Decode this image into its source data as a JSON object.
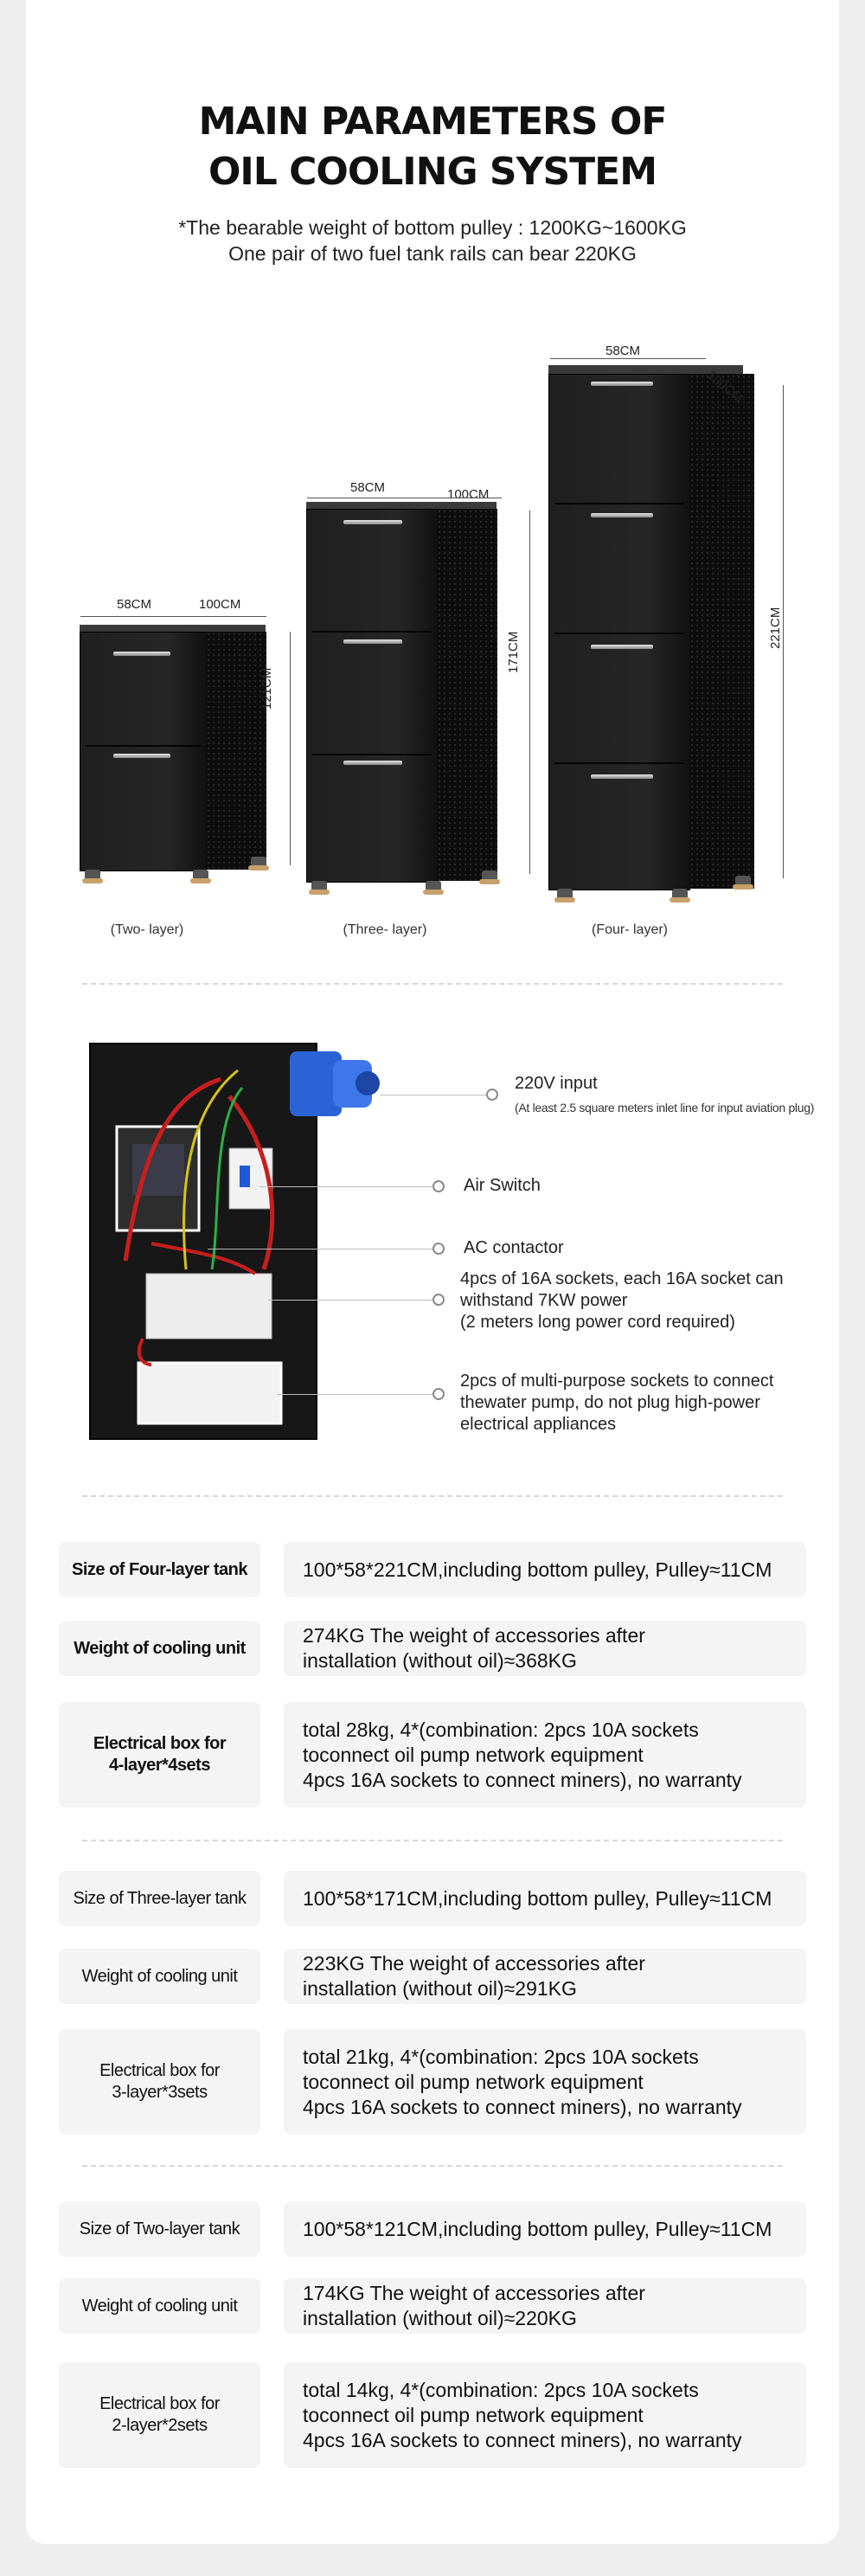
{
  "header": {
    "title_line1": "MAIN PARAMETERS OF",
    "title_line2": "OIL COOLING SYSTEM",
    "subtitle_line1": "*The bearable weight of bottom pulley : 1200KG~1600KG",
    "subtitle_line2": "One pair of two fuel tank rails can bear 220KG"
  },
  "tanks": {
    "two": {
      "width": "58CM",
      "depth": "100CM",
      "height": "121CM",
      "caption": "(Two- layer)"
    },
    "three": {
      "width": "58CM",
      "depth": "100CM",
      "height": "171CM",
      "caption": "(Three- layer)"
    },
    "four": {
      "width": "58CM",
      "depth": "100CM",
      "height": "221CM",
      "caption": "(Four- layer)"
    }
  },
  "electrical_box": {
    "input_label": "220V input",
    "input_note": "(At least 2.5 square meters inlet line for input aviation plug)",
    "air_switch": "Air Switch",
    "ac_contactor": "AC contactor",
    "sockets_16a": "4pcs of 16A sockets, each 16A socket can\nwithstand 7KW power\n(2 meters long power cord required)",
    "multi_sockets": "2pcs of multi-purpose sockets to connect\nthewater pump, do not plug high-power\nelectrical appliances"
  },
  "specs": {
    "four": [
      {
        "label": "Size of Four-layer tank",
        "value": "100*58*221CM,including bottom pulley, Pulley≈11CM"
      },
      {
        "label": "Weight of cooling unit",
        "value": "274KG The weight of accessories after\ninstallation (without oil)≈368KG"
      },
      {
        "label": "Electrical box for\n4-layer*4sets",
        "value": "total 28kg, 4*(combination: 2pcs 10A sockets\ntoconnect oil pump network equipment\n4pcs 16A sockets to connect miners), no warranty"
      }
    ],
    "three": [
      {
        "label": "Size of Three-layer tank",
        "value": "100*58*171CM,including bottom pulley, Pulley≈11CM"
      },
      {
        "label": "Weight of cooling unit",
        "value": "223KG The weight of accessories after\ninstallation (without oil)≈291KG"
      },
      {
        "label": "Electrical box for\n3-layer*3sets",
        "value": "total 21kg, 4*(combination: 2pcs 10A sockets\ntoconnect oil pump network equipment\n4pcs 16A sockets to connect miners), no warranty"
      }
    ],
    "two": [
      {
        "label": "Size of Two-layer tank",
        "value": "100*58*121CM,including bottom pulley, Pulley≈11CM"
      },
      {
        "label": "Weight of cooling unit",
        "value": "174KG The weight of accessories after\ninstallation (without oil)≈220KG"
      },
      {
        "label": "Electrical box for\n2-layer*2sets",
        "value": "total 14kg, 4*(combination: 2pcs 10A sockets\ntoconnect oil pump network equipment\n4pcs 16A sockets to connect miners), no warranty"
      }
    ]
  },
  "colors": {
    "cell_bg": "#f4f4f4",
    "tank": "#1f1f1f",
    "plug": "#2b63d6",
    "cable_red": "#c81e1e"
  }
}
